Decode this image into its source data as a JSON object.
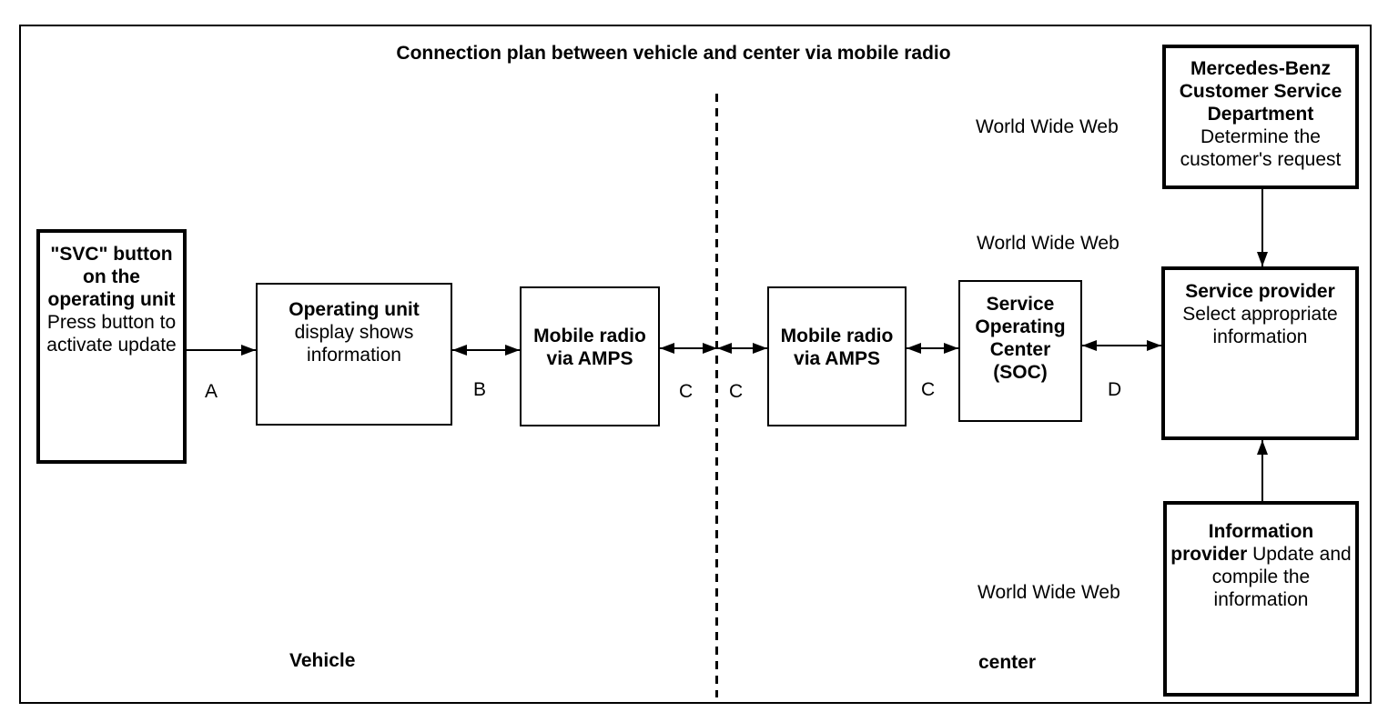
{
  "title": "Connection plan between vehicle and center via mobile radio",
  "diagram": {
    "boxes": {
      "svc_button": {
        "line1": "\"SVC\" button",
        "line2": "on the",
        "line3": "operating unit",
        "line4": "Press button to",
        "line5": "activate update"
      },
      "operating_unit": {
        "line1": "Operating unit",
        "line2": "display shows",
        "line3": "information"
      },
      "mobile_radio_vehicle": {
        "line1": "Mobile radio",
        "line2": "via AMPS"
      },
      "mobile_radio_center": {
        "line1": "Mobile radio",
        "line2": "via AMPS"
      },
      "soc": {
        "line1": "Service",
        "line2": "Operating",
        "line3": "Center",
        "line4": "(SOC)"
      },
      "service_provider": {
        "line1": "Service provider",
        "line2": "Select appropriate",
        "line3": "information"
      },
      "mercedes_benz": {
        "line1": "Mercedes-Benz",
        "line2": "Customer Service",
        "line3": "Department",
        "line4": "Determine the",
        "line5": "customer's request"
      },
      "information_provider": {
        "line1": "Information",
        "line2_bold": "provider",
        "line2_rest": " Update and",
        "line3": "compile the",
        "line4": "information"
      }
    },
    "connection_labels": {
      "a": "A",
      "b": "B",
      "c_vehicle": "C",
      "c_center_left": "C",
      "c_center_right": "C",
      "d": "D"
    },
    "www_top": "World Wide Web",
    "www_middle": "World Wide Web",
    "www_bottom": "World Wide Web",
    "zone_vehicle": "Vehicle",
    "zone_center": "center"
  },
  "colors": {
    "line": "#000000",
    "background": "#ffffff"
  }
}
